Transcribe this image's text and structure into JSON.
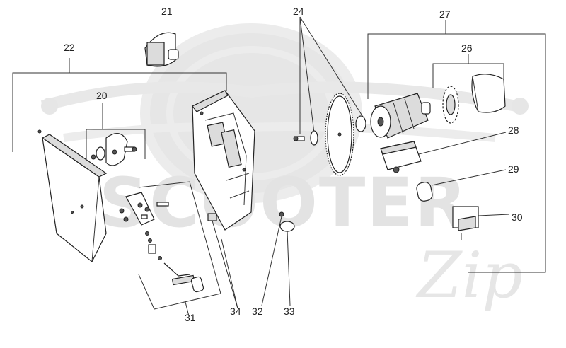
{
  "watermark": {
    "text": "SCOOTER",
    "script": "Zip"
  },
  "labels": {
    "p20": "20",
    "p21": "21",
    "p22": "22",
    "p24": "24",
    "p26": "26",
    "p27": "27",
    "p28": "28",
    "p29": "29",
    "p30": "30",
    "p31": "31",
    "p32": "32",
    "p33": "33",
    "p34": "34"
  },
  "colors": {
    "line": "#333333",
    "watermark": "#e3e3e3",
    "background": "#ffffff"
  }
}
